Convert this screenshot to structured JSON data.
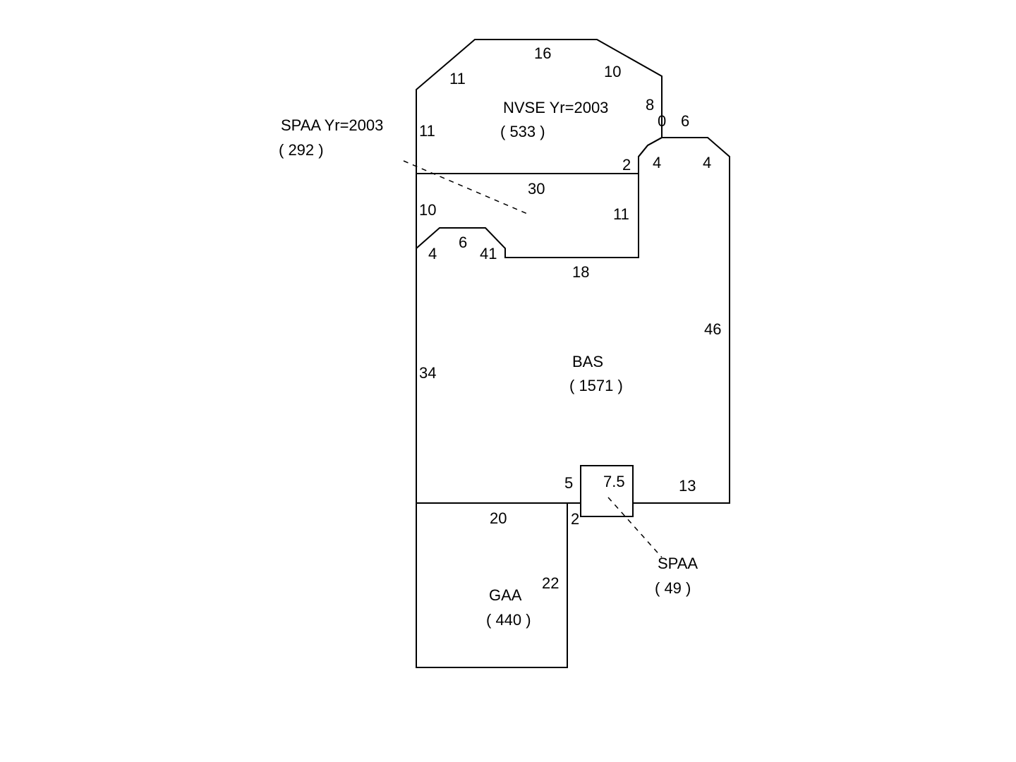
{
  "areas": {
    "nvse": {
      "name": "NVSE Yr=2003",
      "size": "( 533 )"
    },
    "spaa_upper": {
      "name": "SPAA Yr=2003",
      "size": "( 292 )"
    },
    "bas": {
      "name": "BAS",
      "size": "( 1571 )"
    },
    "gaa": {
      "name": "GAA",
      "size": "( 440 )"
    },
    "spaa_lower": {
      "name": "SPAA",
      "size": "( 49 )"
    }
  },
  "dimensions": {
    "nvse_top": "16",
    "nvse_upper_left_diag": "11",
    "nvse_upper_right_diag": "10",
    "nvse_right": "8",
    "nvse_left": "11",
    "nvse_step": "2",
    "zero": "0",
    "six_top": "6",
    "four_left": "4",
    "four_right": "4",
    "spaa_top": "30",
    "spaa_left": "10",
    "spaa_right": "11",
    "notch_left": "4",
    "notch_top": "6",
    "notch_right": "41",
    "bas_upper_bottom": "18",
    "bas_right": "46",
    "bas_left": "34",
    "porch_left": "5",
    "porch_right": "7.5",
    "bas_bottom_right": "13",
    "gaa_top": "20",
    "gaa_step": "2",
    "gaa_right": "22"
  },
  "colors": {
    "line": "#000000",
    "background": "#ffffff"
  }
}
